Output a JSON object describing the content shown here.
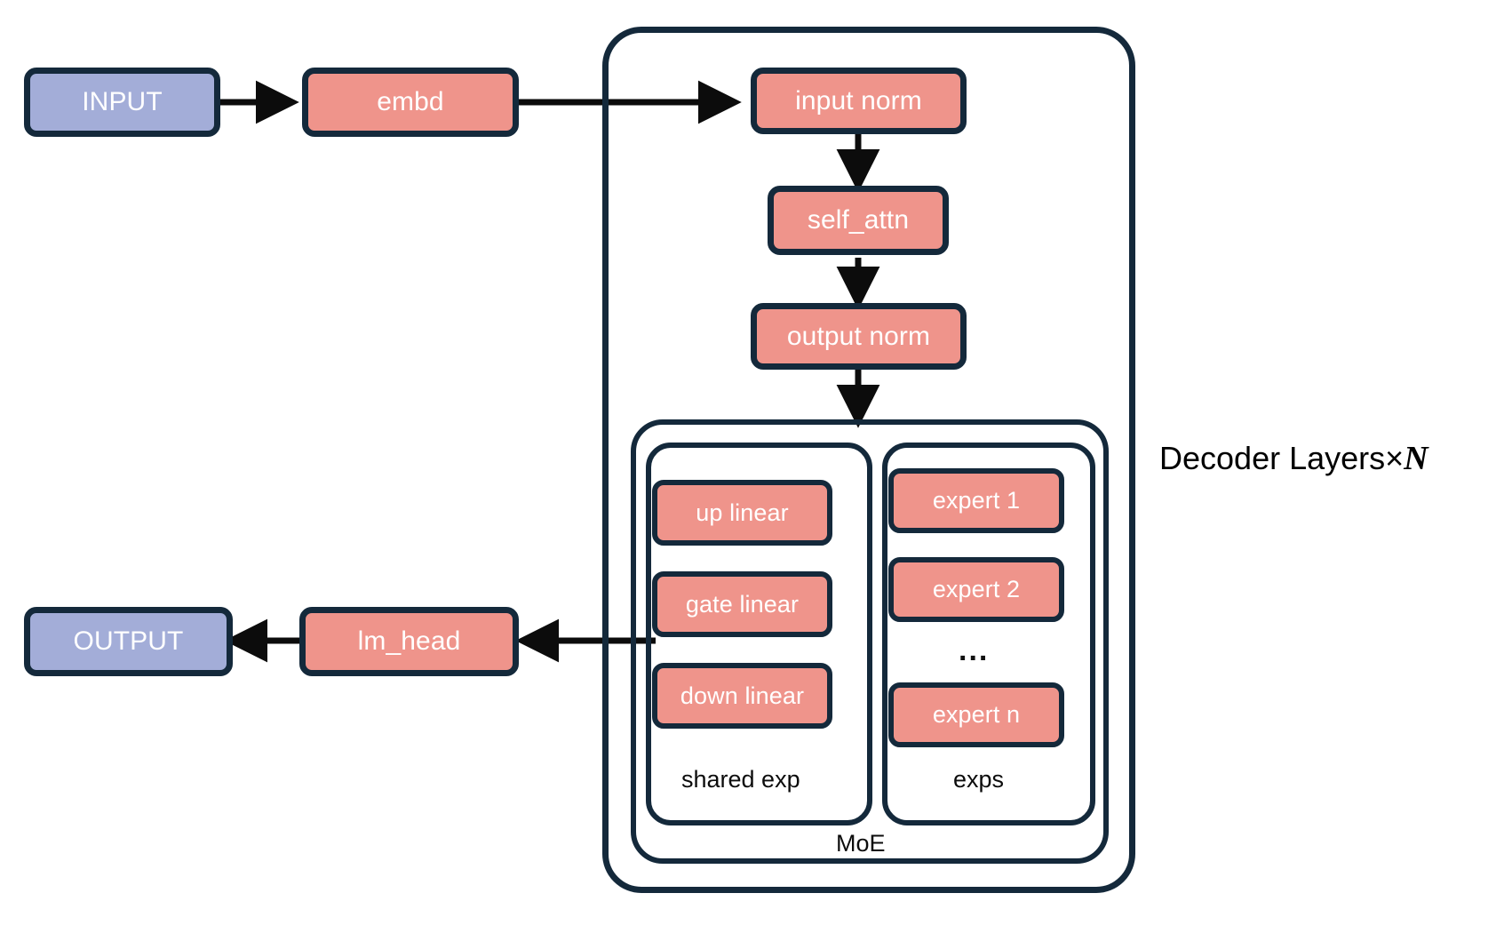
{
  "diagram": {
    "title_side": {
      "text": "Decoder Layers×",
      "variable": "N"
    },
    "colors": {
      "border": "#14293b",
      "salmon": "#ef948b",
      "blue": "#a3add8",
      "text_on_node": "#ffffff",
      "background": "#ffffff",
      "label_text": "#0c0c0c"
    },
    "io_nodes": [
      {
        "id": "input",
        "label": "INPUT",
        "color": "blue"
      },
      {
        "id": "output",
        "label": "OUTPUT",
        "color": "blue"
      }
    ],
    "embedding_nodes": [
      {
        "id": "embd",
        "label": "embd",
        "color": "salmon"
      },
      {
        "id": "lm_head",
        "label": "lm_head",
        "color": "salmon"
      }
    ],
    "decoder": {
      "container_label": "Decoder Layers×N",
      "blocks": [
        {
          "id": "input_norm",
          "label": "input norm",
          "color": "salmon"
        },
        {
          "id": "self_attn",
          "label": "self_attn",
          "color": "salmon"
        },
        {
          "id": "output_norm",
          "label": "output norm",
          "color": "salmon"
        }
      ],
      "moe": {
        "label": "MoE",
        "shared_expert": {
          "label": "shared exp",
          "layers": [
            {
              "id": "up_linear",
              "label": "up linear",
              "color": "salmon"
            },
            {
              "id": "gate_linear",
              "label": "gate linear",
              "color": "salmon"
            },
            {
              "id": "down_linear",
              "label": "down linear",
              "color": "salmon"
            }
          ]
        },
        "experts": {
          "label": "exps",
          "items": [
            {
              "id": "expert_1",
              "label": "expert 1",
              "color": "salmon"
            },
            {
              "id": "expert_2",
              "label": "expert 2",
              "color": "salmon"
            },
            {
              "id": "expert_n",
              "label": "expert n",
              "color": "salmon"
            }
          ],
          "ellipsis": "..."
        }
      }
    },
    "edges": [
      {
        "from": "INPUT",
        "to": "embd"
      },
      {
        "from": "embd",
        "to": "input norm"
      },
      {
        "from": "input norm",
        "to": "self_attn"
      },
      {
        "from": "self_attn",
        "to": "output norm"
      },
      {
        "from": "output norm",
        "to": "MoE"
      },
      {
        "from": "decoder",
        "to": "lm_head"
      },
      {
        "from": "lm_head",
        "to": "OUTPUT"
      }
    ]
  }
}
